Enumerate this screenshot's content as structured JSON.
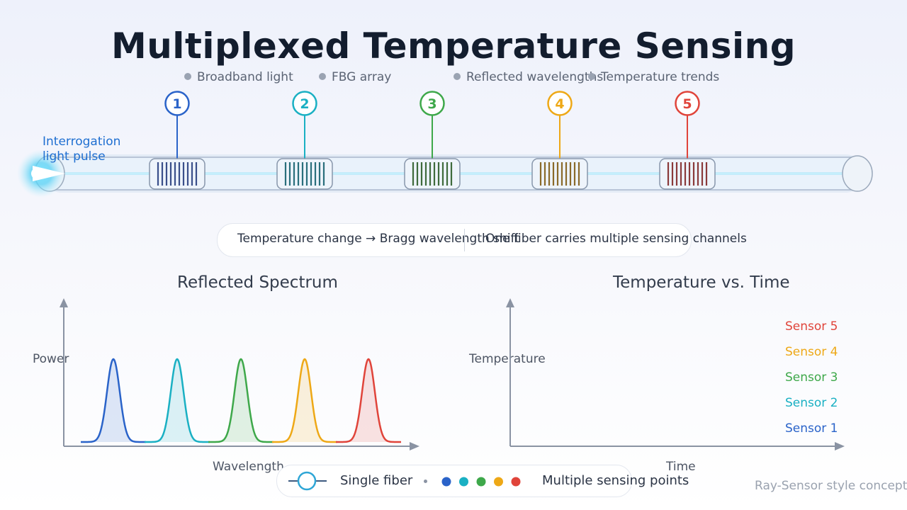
{
  "title": "Multiplexed Temperature Sensing",
  "steps": [
    {
      "label": "Broadband light"
    },
    {
      "label": "FBG array"
    },
    {
      "label": "Reflected wavelengths"
    },
    {
      "label": "Temperature trends"
    }
  ],
  "fiber": {
    "interrogation_label_line1": "Interrogation",
    "interrogation_label_line2": "light pulse",
    "sensors": [
      {
        "number": "1",
        "color": "#2a63c9",
        "grating_color": "#3a4f8a"
      },
      {
        "number": "2",
        "color": "#1ab0c3",
        "grating_color": "#2a6f7c"
      },
      {
        "number": "3",
        "color": "#3ea84a",
        "grating_color": "#3f6b3c"
      },
      {
        "number": "4",
        "color": "#eea816",
        "grating_color": "#8a6a2a"
      },
      {
        "number": "5",
        "color": "#e0443a",
        "grating_color": "#8a3a3a"
      }
    ]
  },
  "notes": {
    "left": "Temperature change → Bragg wavelength shift",
    "right": "One fiber carries multiple sensing channels"
  },
  "chart_data": [
    {
      "type": "line",
      "title": "Reflected Spectrum",
      "xlabel": "Wavelength",
      "ylabel": "Power",
      "x": [
        1,
        2,
        3,
        4,
        5
      ],
      "series": [
        {
          "peak_center": 1,
          "peak_height": 1.0,
          "color": "#2a63c9"
        },
        {
          "peak_center": 2,
          "peak_height": 1.0,
          "color": "#1ab0c3"
        },
        {
          "peak_center": 3,
          "peak_height": 1.0,
          "color": "#3ea84a"
        },
        {
          "peak_center": 4,
          "peak_height": 1.0,
          "color": "#eea816"
        },
        {
          "peak_center": 5,
          "peak_height": 1.0,
          "color": "#e0443a"
        }
      ],
      "grid": false
    },
    {
      "type": "line",
      "title": "Temperature vs. Time",
      "xlabel": "Time",
      "ylabel": "Temperature",
      "legend": [
        {
          "name": "Sensor 5",
          "color": "#e0443a"
        },
        {
          "name": "Sensor 4",
          "color": "#eea816"
        },
        {
          "name": "Sensor 3",
          "color": "#3ea84a"
        },
        {
          "name": "Sensor 2",
          "color": "#1ab0c3"
        },
        {
          "name": "Sensor 1",
          "color": "#2a63c9"
        }
      ],
      "legend_placement": "right",
      "grid": false
    }
  ],
  "bottom": {
    "single_fiber": "Single fiber",
    "multiple_points": "Multiple sensing points",
    "dot_colors": [
      "#2a63c9",
      "#1ab0c3",
      "#3ea84a",
      "#eea816",
      "#e0443a"
    ]
  },
  "footer": "Ray-Sensor style concept"
}
